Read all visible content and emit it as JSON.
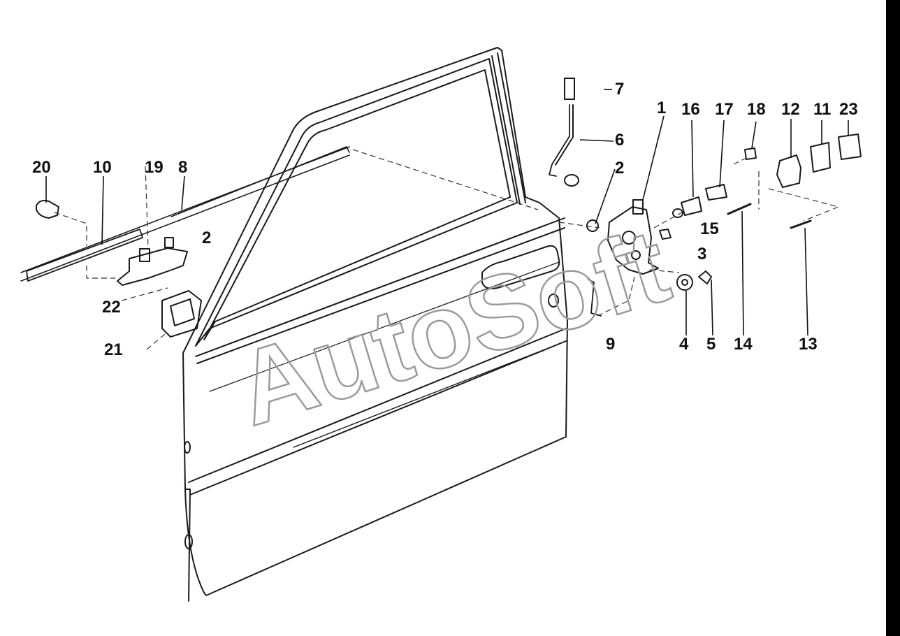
{
  "diagram": {
    "watermark": "AutoSoft",
    "callouts": {
      "c1": "1",
      "c16": "16",
      "c17": "17",
      "c18": "18",
      "c12": "12",
      "c11": "11",
      "c23": "23",
      "c7": "7",
      "c6": "6",
      "c2a": "2",
      "c2b": "2",
      "c3": "3",
      "c15": "15",
      "c4": "4",
      "c5": "5",
      "c14": "14",
      "c13": "13",
      "c9": "9",
      "c20": "20",
      "c10": "10",
      "c19": "19",
      "c8": "8",
      "c22": "22",
      "c21": "21"
    }
  }
}
